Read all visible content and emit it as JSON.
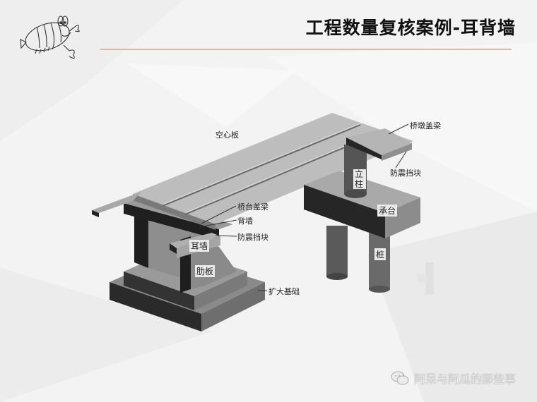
{
  "slide": {
    "title": "工程数量复核案例-耳背墙",
    "rule_color": "#d9b9a2",
    "background_color": "#f2f2f2"
  },
  "mascot": {
    "icon": "shrimp-icon"
  },
  "diagram": {
    "labels": {
      "hollow_slab": "空心板",
      "pier_cap_beam": "桥墩盖梁",
      "pier_seismic_block": "防震挡块",
      "column": "立柱",
      "pile_cap": "承台",
      "pile": "桩",
      "abutment_cap_beam": "桥台盖梁",
      "back_wall": "背墙",
      "abutment_seismic_block": "防震挡块",
      "ear_wall": "耳墙",
      "rib_plate": "肋板",
      "spread_foundation": "扩大基础"
    }
  },
  "watermark": {
    "icon": "wechat-icon",
    "text": "阿呆与阿瓜的那些事"
  }
}
